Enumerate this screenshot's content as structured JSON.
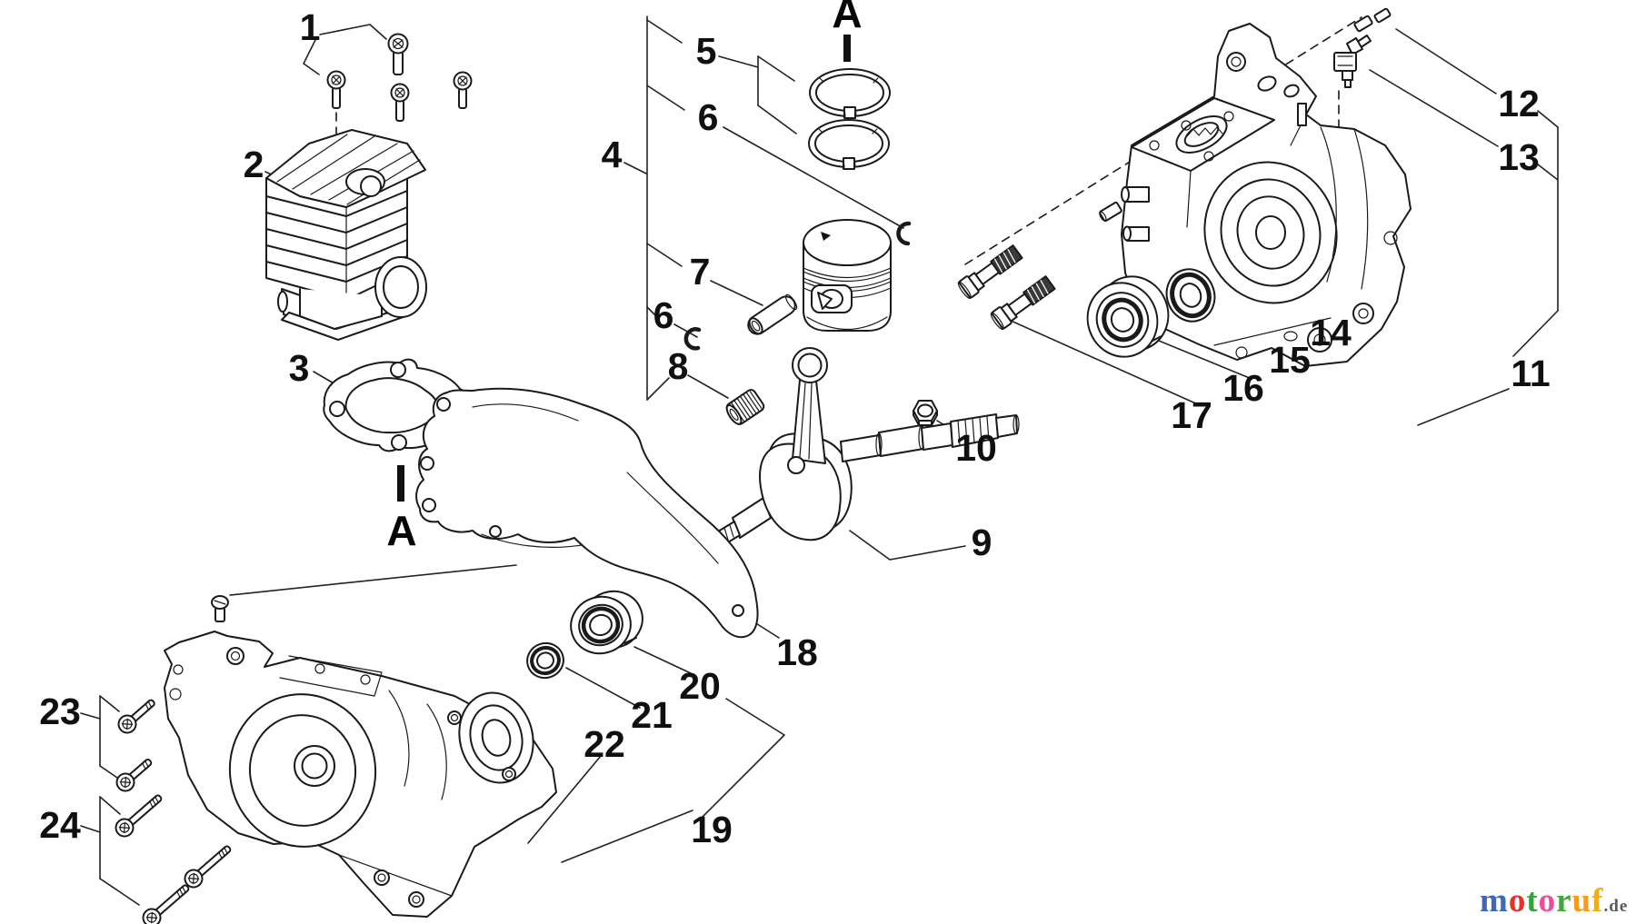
{
  "diagram": {
    "callouts": {
      "c1": {
        "label": "1"
      },
      "c2": {
        "label": "2"
      },
      "c3": {
        "label": "3"
      },
      "c4": {
        "label": "4"
      },
      "c5": {
        "label": "5"
      },
      "c6a": {
        "label": "6"
      },
      "c7": {
        "label": "7"
      },
      "c6b": {
        "label": "6"
      },
      "c8": {
        "label": "8"
      },
      "c9": {
        "label": "9"
      },
      "c10": {
        "label": "10"
      },
      "c11": {
        "label": "11"
      },
      "c12": {
        "label": "12"
      },
      "c13": {
        "label": "13"
      },
      "c14": {
        "label": "14"
      },
      "c15": {
        "label": "15"
      },
      "c16": {
        "label": "16"
      },
      "c17": {
        "label": "17"
      },
      "c18": {
        "label": "18"
      },
      "c19": {
        "label": "19"
      },
      "c20": {
        "label": "20"
      },
      "c21": {
        "label": "21"
      },
      "c22": {
        "label": "22"
      },
      "c23": {
        "label": "23"
      },
      "c24": {
        "label": "24"
      }
    },
    "section_markers": {
      "top": {
        "label": "A"
      },
      "bottom": {
        "label": "A"
      }
    },
    "line_color": "#1a1a1a"
  },
  "logo": {
    "letters": [
      {
        "ch": "m",
        "color": "#3C68B7"
      },
      {
        "ch": "o",
        "color": "#E3342B"
      },
      {
        "ch": "t",
        "color": "#33A43C"
      },
      {
        "ch": "o",
        "color": "#EC4D9B"
      },
      {
        "ch": "r",
        "color": "#41A73D"
      },
      {
        "ch": "u",
        "color": "#F59C1C"
      },
      {
        "ch": "f",
        "color": "#EFAD1E"
      }
    ],
    "suffix": ".de",
    "suffix_color": "#5A5A5A"
  }
}
